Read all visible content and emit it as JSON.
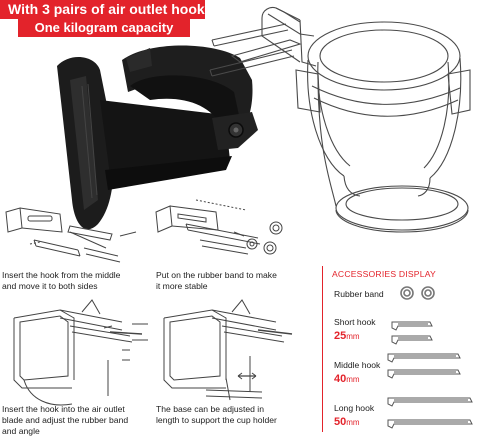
{
  "banner": {
    "line1": "With 3 pairs of air outlet hooks",
    "line2": "One kilogram capacity"
  },
  "steps": [
    {
      "text": "Insert the hook from the middle\nand move it to both sides"
    },
    {
      "text": "Put on the rubber band to make\n it more stable"
    },
    {
      "text": "Insert the hook into the air outlet\nblade and adjust the rubber band\nand angle"
    },
    {
      "text": "The base can be adjusted in\nlength to support the cup holder"
    }
  ],
  "accessories": {
    "title": "ACCESSORIES DISPLAY",
    "items": [
      {
        "label": "Rubber band"
      },
      {
        "label": "Short hook",
        "size": "25",
        "unit": "mm"
      },
      {
        "label": "Middle hook",
        "size": "40",
        "unit": "mm"
      },
      {
        "label": "Long hook",
        "size": "50",
        "unit": "mm"
      }
    ]
  },
  "colors": {
    "accent": "#e3232b",
    "product": "#1a1a1a",
    "line_art": "#555555"
  }
}
